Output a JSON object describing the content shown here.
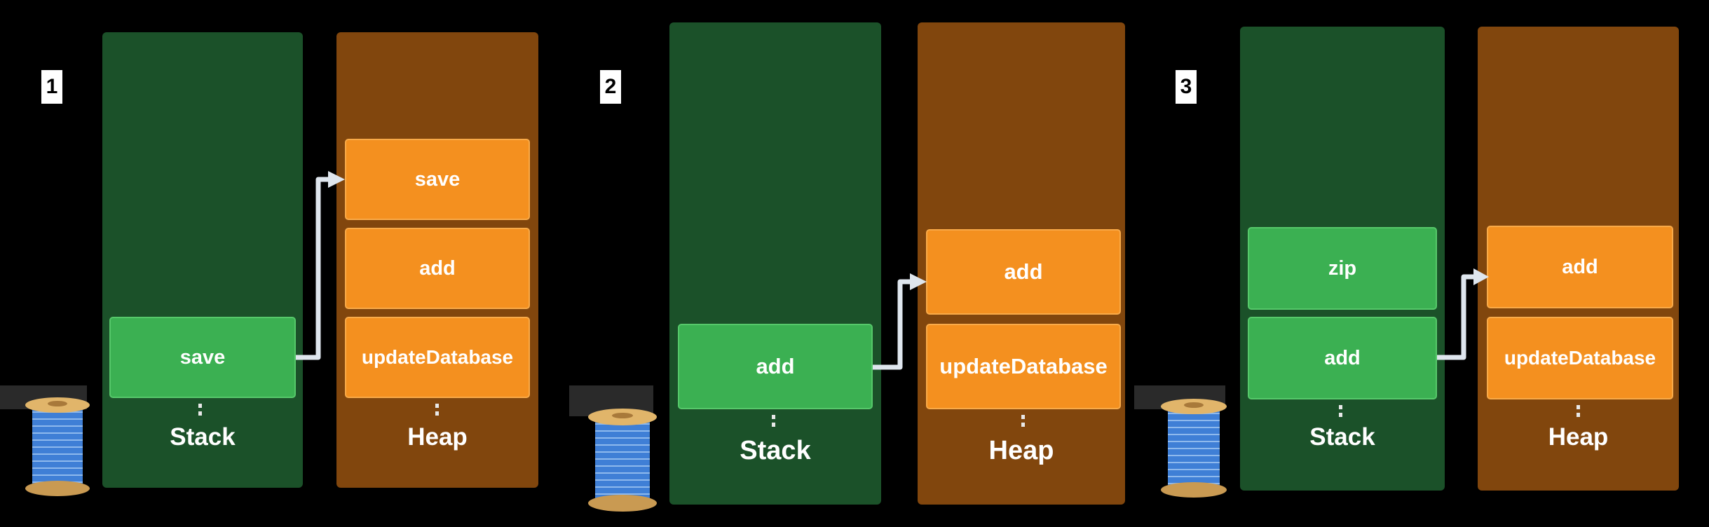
{
  "panels": [
    {
      "number": "1",
      "stack": {
        "label": "Stack",
        "frames": [
          "save"
        ]
      },
      "heap": {
        "label": "Heap",
        "frames": [
          "save",
          "add",
          "updateDatabase"
        ]
      }
    },
    {
      "number": "2",
      "stack": {
        "label": "Stack",
        "frames": [
          "add"
        ]
      },
      "heap": {
        "label": "Heap",
        "frames": [
          "add",
          "updateDatabase"
        ]
      }
    },
    {
      "number": "3",
      "stack": {
        "label": "Stack",
        "frames": [
          "zip",
          "add"
        ]
      },
      "heap": {
        "label": "Heap",
        "frames": [
          "add",
          "updateDatabase"
        ]
      }
    }
  ],
  "colors": {
    "background": "#000000",
    "stack_column": "#1b5129",
    "heap_column": "#81460d",
    "stack_frame": "#3bb052",
    "heap_frame": "#f4901f",
    "arrow": "#dfe6ee",
    "spool_thread": "#3f7fd6",
    "spool_wood": "#e1b56a"
  },
  "icons": [
    "thread-spool-icon",
    "arrow-icon"
  ]
}
